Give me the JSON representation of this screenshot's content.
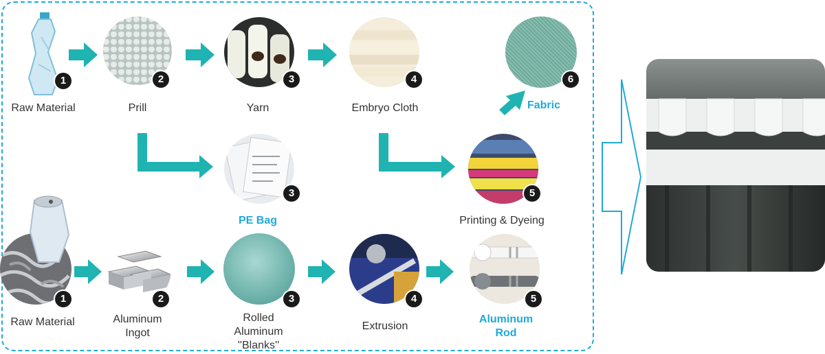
{
  "row_top": {
    "raw_material": {
      "label": "Raw Material",
      "badge": "1",
      "icon": "plastic-bottle-icon"
    },
    "prill": {
      "label": "Prill",
      "badge": "2"
    },
    "yarn": {
      "label": "Yarn",
      "badge": "3"
    },
    "embryo_cloth": {
      "label": "Embryo Cloth",
      "badge": "4"
    },
    "fabric": {
      "label": "Fabric",
      "badge": "6"
    }
  },
  "row_mid": {
    "pe_bag": {
      "label": "PE Bag",
      "badge": "3"
    },
    "printing_dyeing": {
      "label": "Printing & Dyeing",
      "badge": "5"
    }
  },
  "row_bottom": {
    "raw_material": {
      "label": "Raw Material",
      "badge": "1",
      "icon": "aluminum-can-icon"
    },
    "aluminum_ingot": {
      "label": "Aluminum Ingot",
      "badge": "2"
    },
    "rolled_aluminum": {
      "label": "Rolled Aluminum ''Blanks''",
      "badge": "3"
    },
    "extrusion": {
      "label": "Extrusion",
      "badge": "4"
    },
    "aluminum_rod": {
      "label": "Aluminum Rod",
      "badge": "5"
    }
  },
  "colors": {
    "arrow": "#1fb3b1",
    "highlight": "#1fa9d8",
    "frame": "#1fa9d8"
  }
}
